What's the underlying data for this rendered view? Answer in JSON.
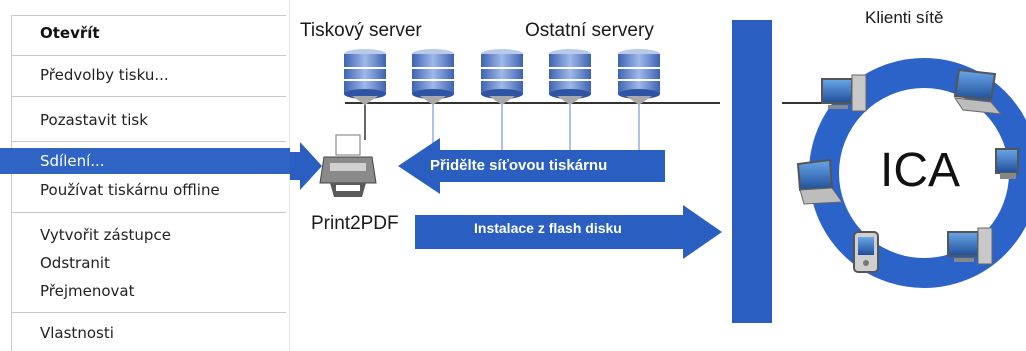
{
  "menu": {
    "items": [
      {
        "label": "Otevřít",
        "bold": true
      },
      {
        "label": "Předvolby tisku..."
      },
      {
        "label": "Pozastavit tisk"
      },
      {
        "label": "Sdílení...",
        "selected": true
      },
      {
        "label": "Používat tiskárnu offline"
      },
      {
        "label": "Vytvořit zástupce"
      },
      {
        "label": "Odstranit"
      },
      {
        "label": "Přejmenovat"
      },
      {
        "label": "Vlastnosti"
      }
    ]
  },
  "diagram": {
    "print_server_label": "Tiskový server",
    "other_servers_label": "Ostatní servery",
    "network_clients_label": "Klienti sítě",
    "printer_label": "Print2PDF",
    "assign_arrow_label": "Přidělte síťovou tiskárnu",
    "install_arrow_label": "Instalace z flash disku",
    "ica_label": "ICA",
    "colors": {
      "accent": "#2a5fc1",
      "ring": "#2c63c9",
      "server": "#5b7fc8"
    }
  }
}
